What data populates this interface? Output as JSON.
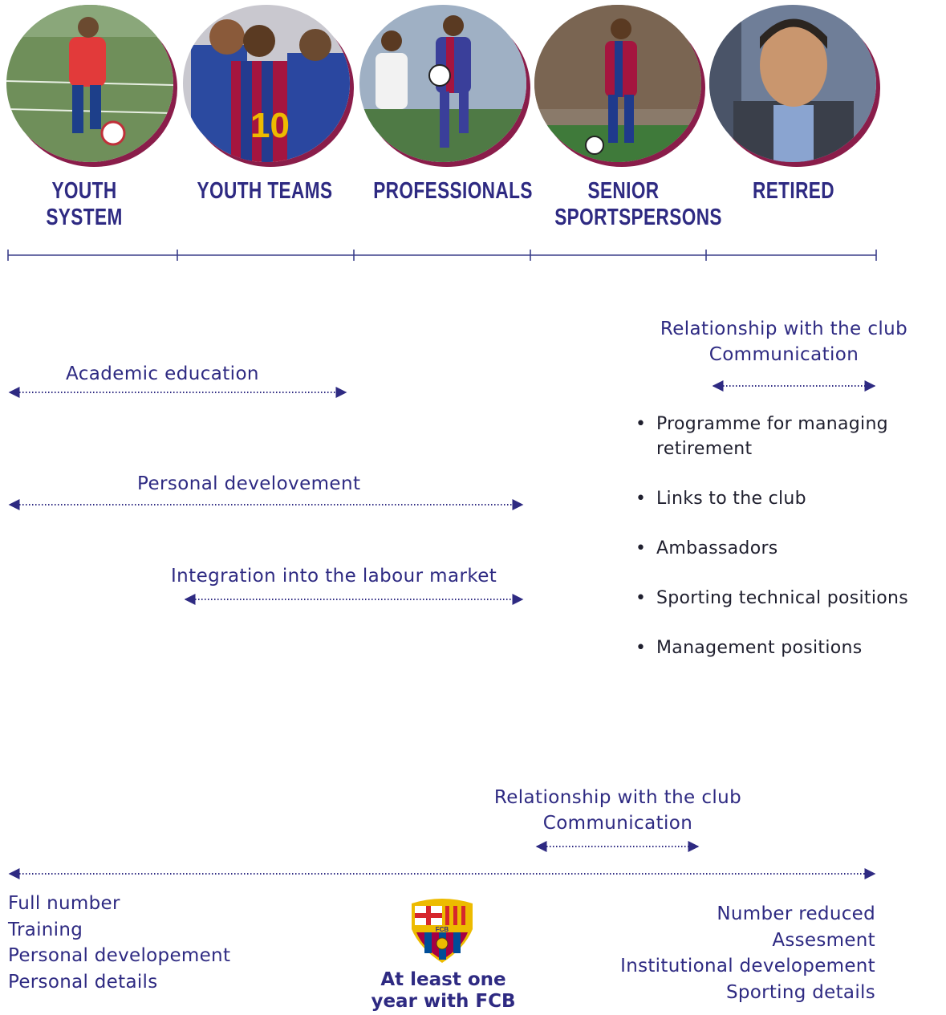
{
  "stages": [
    {
      "label": "YOUTH SYSTEM"
    },
    {
      "label": "YOUTH TEAMS"
    },
    {
      "label": "PROFESSIONALS"
    },
    {
      "label": "SENIOR SPORTSPERSONS"
    },
    {
      "label": "RETIRED"
    }
  ],
  "ranges": {
    "academic": "Academic education",
    "personal": "Personal develovement",
    "labour": "Integration into the labour market"
  },
  "retired_block": {
    "heading_line1": "Relationship with the club",
    "heading_line2": "Communication",
    "bullets": [
      "Programme for managing retirement",
      "Links to the club",
      "Ambassadors",
      "Sporting technical positions",
      "Management positions"
    ]
  },
  "lower_block": {
    "heading_line1": "Relationship with the club",
    "heading_line2": "Communication",
    "left_items": [
      "Full number",
      "Training",
      "Personal developement",
      "Personal details"
    ],
    "right_items": [
      "Number reduced",
      "Assesment",
      "Institutional developement",
      "Sporting details"
    ],
    "center_line1": "At least one",
    "center_line2": "year with FCB",
    "crest_text": "FCB"
  },
  "colors": {
    "primary": "#2e2a82",
    "accent": "#8a1d4a",
    "text_dark": "#1f1f2e",
    "blaugrana_red": "#a50044",
    "blaugrana_blue": "#004d98",
    "gold": "#edbb00"
  },
  "icons": [
    "fcb-crest-icon",
    "double-arrow-icon"
  ]
}
